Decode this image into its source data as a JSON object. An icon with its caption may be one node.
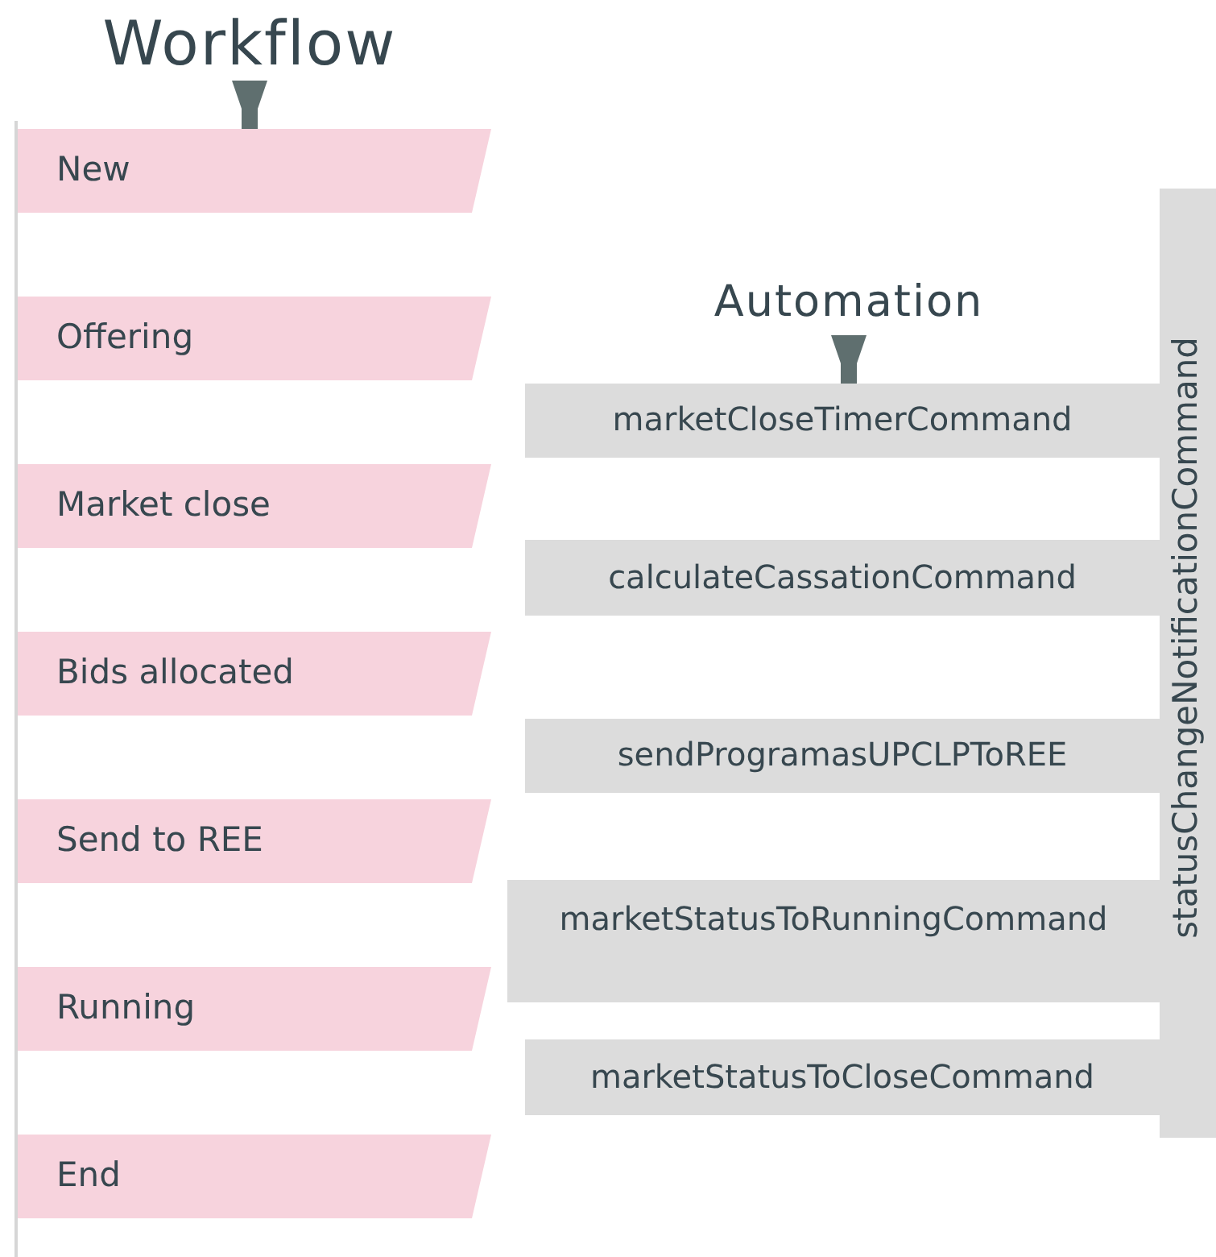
{
  "diagram": {
    "nodes": [
      {
        "text": [
          "Workflow"
        ]
      },
      {
        "text": [
          "New"
        ]
      },
      {
        "text": [
          "Offering"
        ]
      },
      {
        "text": [
          "Market close"
        ]
      },
      {
        "text": [
          "Bids allocated"
        ]
      },
      {
        "text": [
          "Send to REE"
        ]
      },
      {
        "text": [
          "Running"
        ]
      },
      {
        "text": [
          "End"
        ]
      },
      {
        "text": [
          "Automation"
        ]
      },
      {
        "text": [
          "marketCloseTimerCommand"
        ]
      },
      {
        "text": [
          "calculateCassationCommand"
        ]
      },
      {
        "text": [
          "sendProgramasUPCLPToREE"
        ]
      },
      {
        "text": [
          "marketStatusToRunningCommand"
        ]
      },
      {
        "text": [
          "marketStatusToCloseCommand"
        ]
      },
      {
        "text": [
          "statusChangeNotificationCommand"
        ]
      }
    ],
    "edges": [
      {
        "from": 0,
        "to": 1,
        "arrow": "to"
      },
      {
        "from": 8,
        "to": 9,
        "arrow": "to"
      }
    ]
  }
}
